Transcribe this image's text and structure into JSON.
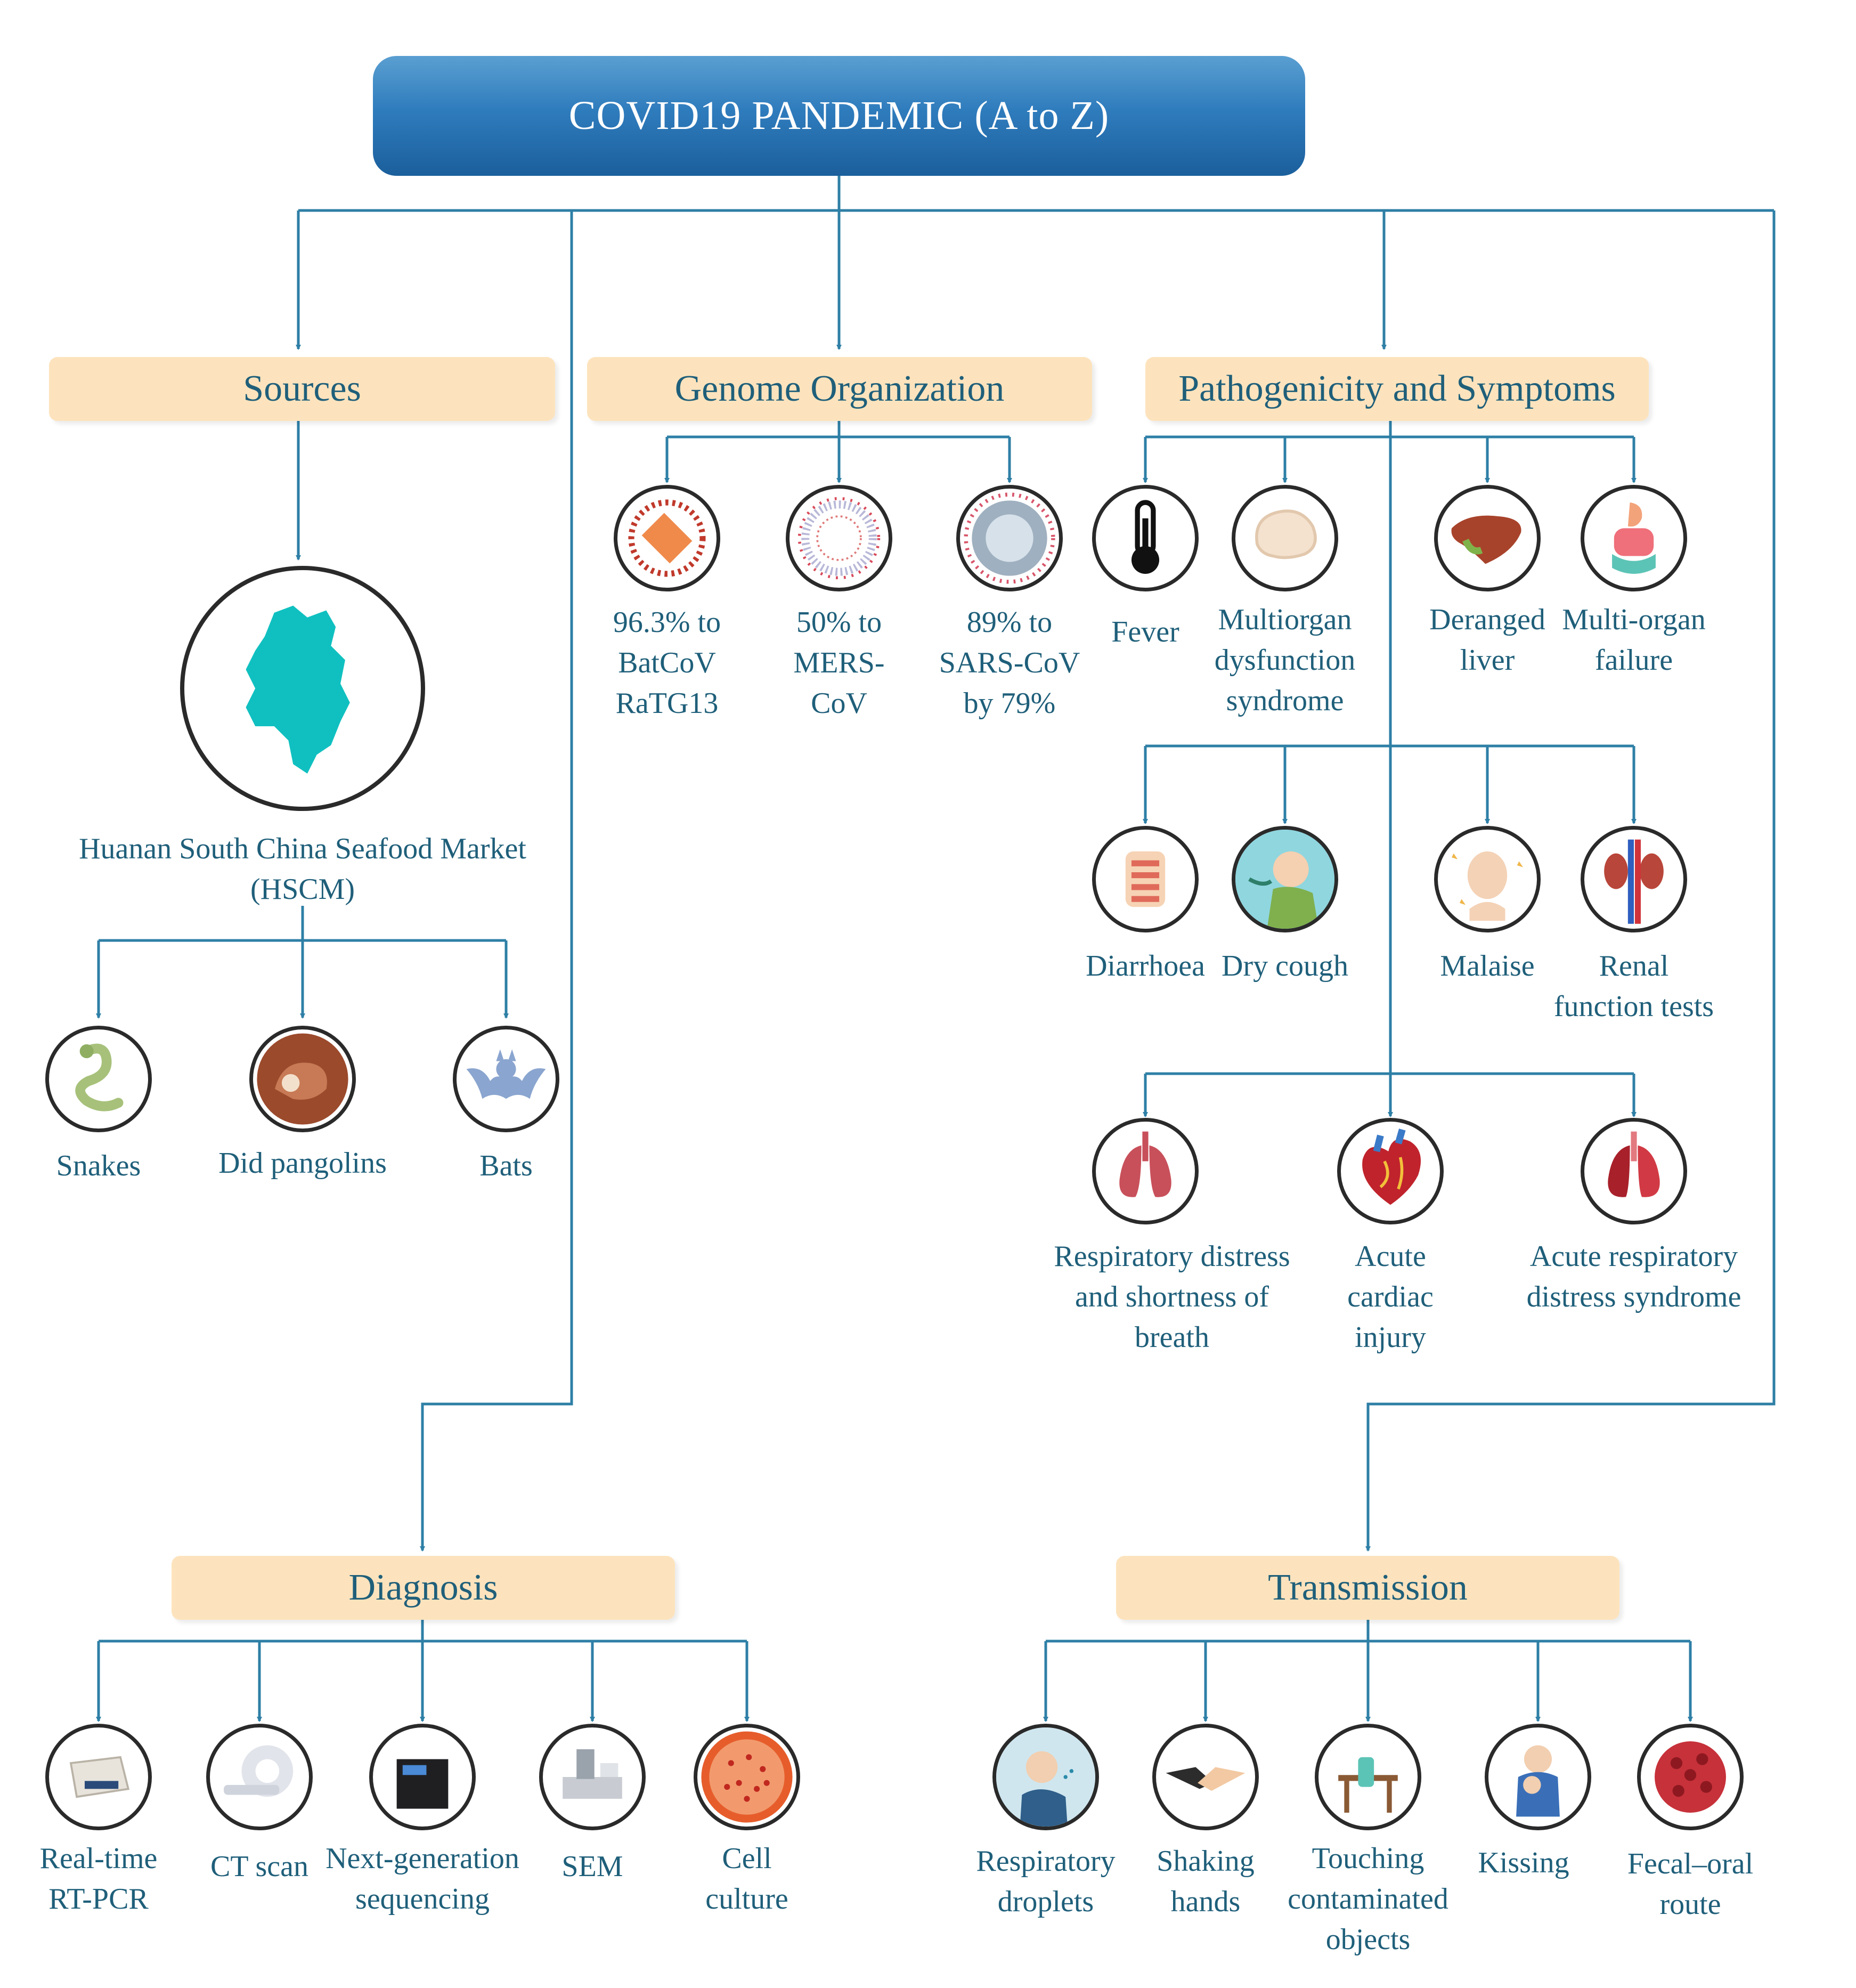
{
  "title": "COVID19 PANDEMIC (A to Z)",
  "sections": {
    "sources": "Sources",
    "genome": "Genome Organization",
    "pathogenicity": "Pathogenicity and Symptoms",
    "diagnosis": "Diagnosis",
    "transmission": "Transmission"
  },
  "sources": {
    "market": "Huanan South China Seafood Market\n(HSCM)",
    "animals": [
      "Snakes",
      "Did pangolins",
      "Bats"
    ]
  },
  "genome": [
    "96.3% to\nBatCoV\nRaTG13",
    "50% to\nMERS-\nCoV",
    "89% to\nSARS-CoV\nby 79%"
  ],
  "symptoms": {
    "row1": [
      "Fever",
      "Multiorgan\ndysfunction\nsyndrome",
      "Deranged\nliver",
      "Multi-organ\nfailure"
    ],
    "row2": [
      "Diarrhoea",
      "Dry cough",
      "Malaise",
      "Renal\nfunction tests"
    ],
    "row3": [
      "Respiratory distress\nand shortness of\nbreath",
      "Acute\ncardiac\ninjury",
      "Acute respiratory\ndistress syndrome"
    ]
  },
  "diagnosis": [
    "Real-time\nRT-PCR",
    "CT scan",
    "Next-generation\nsequencing",
    "SEM",
    "Cell\nculture"
  ],
  "transmission": [
    "Respiratory\ndroplets",
    "Shaking\nhands",
    "Touching\ncontaminated\nobjects",
    "Kissing",
    "Fecal–oral\nroute"
  ],
  "colors": {
    "line": "#2e7fa6",
    "label": "#1f5f7a",
    "section_bg": "#fde3bd",
    "title_bg": "#2f7cbd"
  },
  "icons": {
    "sources": [
      "map-icon",
      "snake-icon",
      "pangolin-icon",
      "bat-icon"
    ],
    "genome": [
      "virus-orange-icon",
      "virus-ring-icon",
      "virus-gray-icon"
    ],
    "symptoms": [
      "thermometer-icon",
      "brain-icon",
      "liver-icon",
      "organs-icon",
      "intestine-icon",
      "cough-icon",
      "malaise-face-icon",
      "kidney-icon",
      "lungs-icon",
      "heart-icon",
      "lungs-red-icon"
    ],
    "diagnosis": [
      "pcr-machine-icon",
      "ct-scanner-icon",
      "sequencer-icon",
      "sem-icon",
      "cell-culture-icon"
    ],
    "transmission": [
      "sneeze-icon",
      "handshake-icon",
      "table-icon",
      "kiss-icon",
      "virus-red-icon"
    ]
  }
}
